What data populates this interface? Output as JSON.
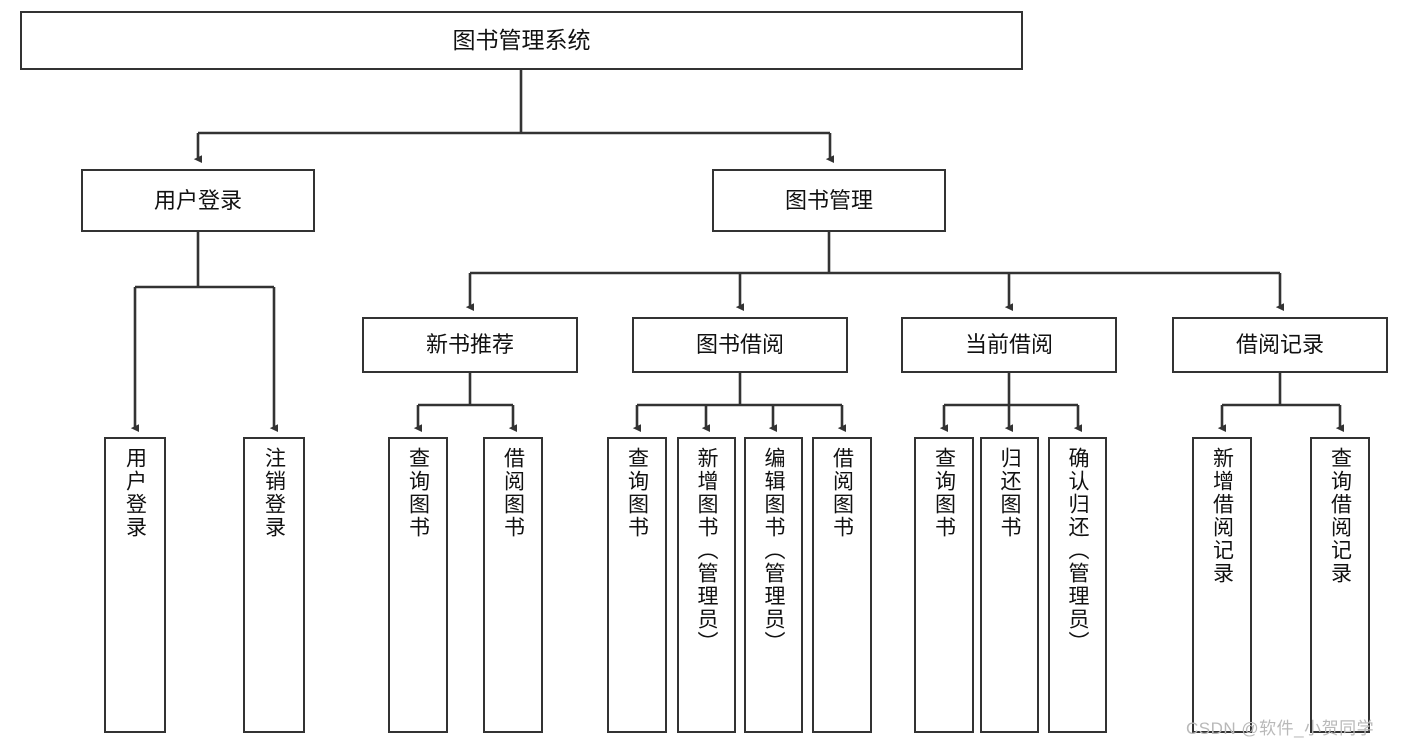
{
  "diagram": {
    "title": "图书管理系统",
    "type": "hierarchy-tree",
    "levels": 4,
    "nodes": {
      "root": {
        "label": "图书管理系统",
        "orientation": "horizontal"
      },
      "level2": [
        {
          "id": "user-login",
          "label": "用户登录",
          "orientation": "horizontal"
        },
        {
          "id": "book-management",
          "label": "图书管理",
          "orientation": "horizontal"
        }
      ],
      "level3": [
        {
          "id": "new-book-recommend",
          "label": "新书推荐",
          "orientation": "horizontal",
          "parent": "book-management"
        },
        {
          "id": "book-borrow",
          "label": "图书借阅",
          "orientation": "horizontal",
          "parent": "book-management"
        },
        {
          "id": "current-borrow",
          "label": "当前借阅",
          "orientation": "horizontal",
          "parent": "book-management"
        },
        {
          "id": "borrow-record",
          "label": "借阅记录",
          "orientation": "horizontal",
          "parent": "book-management"
        }
      ],
      "leaves": [
        {
          "id": "leaf-user-login",
          "label": "用户登录",
          "parent": "user-login",
          "orientation": "vertical"
        },
        {
          "id": "leaf-user-logout",
          "label": "注销登录",
          "parent": "user-login",
          "orientation": "vertical"
        },
        {
          "id": "leaf-query-book-1",
          "label": "查询图书",
          "parent": "new-book-recommend",
          "orientation": "vertical"
        },
        {
          "id": "leaf-borrow-book-1",
          "label": "借阅图书",
          "parent": "new-book-recommend",
          "orientation": "vertical"
        },
        {
          "id": "leaf-query-book-2",
          "label": "查询图书",
          "parent": "book-borrow",
          "orientation": "vertical"
        },
        {
          "id": "leaf-add-book",
          "label": "新增图书（管理员）",
          "parent": "book-borrow",
          "orientation": "vertical"
        },
        {
          "id": "leaf-edit-book",
          "label": "编辑图书（管理员）",
          "parent": "book-borrow",
          "orientation": "vertical"
        },
        {
          "id": "leaf-borrow-book-2",
          "label": "借阅图书",
          "parent": "book-borrow",
          "orientation": "vertical"
        },
        {
          "id": "leaf-query-book-3",
          "label": "查询图书",
          "parent": "current-borrow",
          "orientation": "vertical"
        },
        {
          "id": "leaf-return-book",
          "label": "归还图书",
          "parent": "current-borrow",
          "orientation": "vertical"
        },
        {
          "id": "leaf-confirm-return",
          "label": "确认归还（管理员）",
          "parent": "current-borrow",
          "orientation": "vertical"
        },
        {
          "id": "leaf-add-record",
          "label": "新增借阅记录",
          "parent": "borrow-record",
          "orientation": "vertical"
        },
        {
          "id": "leaf-query-record",
          "label": "查询借阅记录",
          "parent": "borrow-record",
          "orientation": "vertical"
        }
      ]
    },
    "colors": {
      "border": "#333333",
      "fill": "#ffffff",
      "text": "#111111",
      "edge": "#333333",
      "watermark": "#b9b9b9"
    }
  },
  "watermark": {
    "text": "CSDN @软件_小贺同学"
  }
}
